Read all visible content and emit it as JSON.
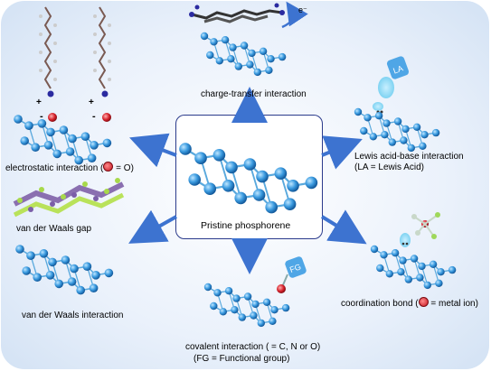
{
  "center": {
    "label": "Pristine phosphorene"
  },
  "charge_transfer": {
    "label": "charge-transfer interaction",
    "electron": "e⁻"
  },
  "electrostatic": {
    "label_pre": "electrostatic interaction (",
    "label_post": " = O)",
    "plus": "+",
    "minus": "-"
  },
  "vdw_gap": {
    "label": "van der Waals gap"
  },
  "vdw": {
    "label": "van der Waals interaction"
  },
  "lewis": {
    "line1": "Lewis acid-base interaction",
    "line2": "(LA = Lewis Acid)",
    "tag": "LA"
  },
  "coordination": {
    "label_pre": "coordination bond (",
    "label_post": " = metal ion)"
  },
  "covalent": {
    "line1_pre": "covalent interaction (",
    "line1_post": " = C, N or O)",
    "line2": "(FG = Functional group)",
    "tag": "FG"
  },
  "colors": {
    "atom": "#2f86c8",
    "arrow": "#3d73d0",
    "frame": "#2b3b8c",
    "oxygen": "#c4111d"
  }
}
